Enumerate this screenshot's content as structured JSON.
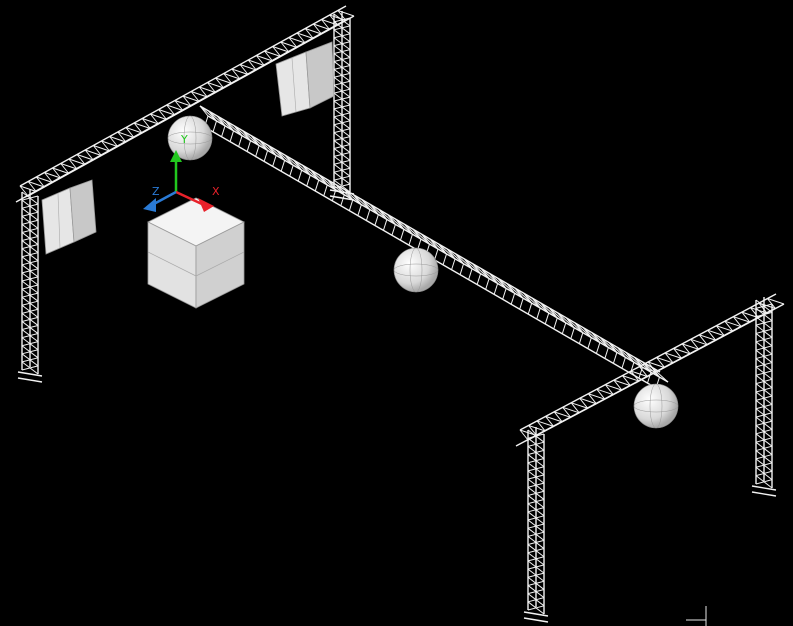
{
  "viewport": {
    "background": "#000000",
    "ucs_icon": {
      "x_label": "X",
      "y_label": "Y",
      "z_label": "Z",
      "x_color": "#e8212a",
      "y_color": "#22c81e",
      "z_color": "#2a7bd6"
    },
    "model_color": "#f2f2f2"
  }
}
